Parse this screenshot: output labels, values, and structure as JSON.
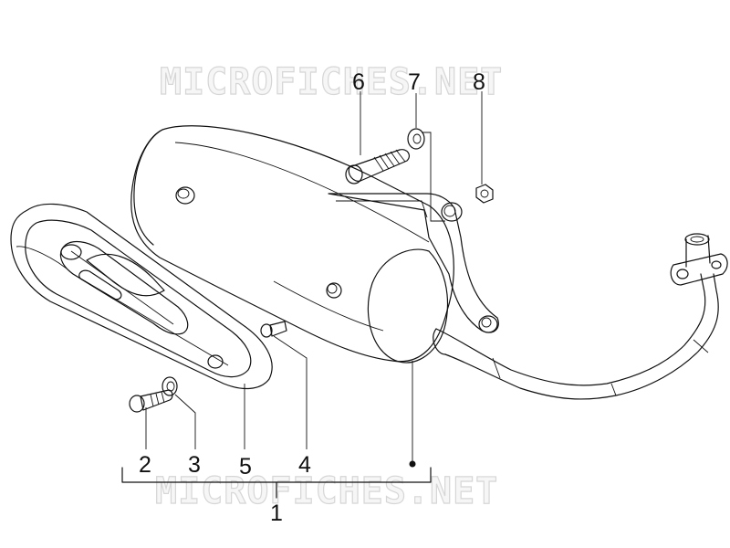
{
  "watermark": {
    "top": "MICROFICHES.NET",
    "bottom": "MICROFICHES.NET"
  },
  "callouts": [
    {
      "id": "1",
      "label": "1"
    },
    {
      "id": "2",
      "label": "2"
    },
    {
      "id": "3",
      "label": "3"
    },
    {
      "id": "4",
      "label": "4"
    },
    {
      "id": "5",
      "label": "5"
    },
    {
      "id": "6",
      "label": "6"
    },
    {
      "id": "7",
      "label": "7"
    },
    {
      "id": "8",
      "label": "8"
    }
  ]
}
